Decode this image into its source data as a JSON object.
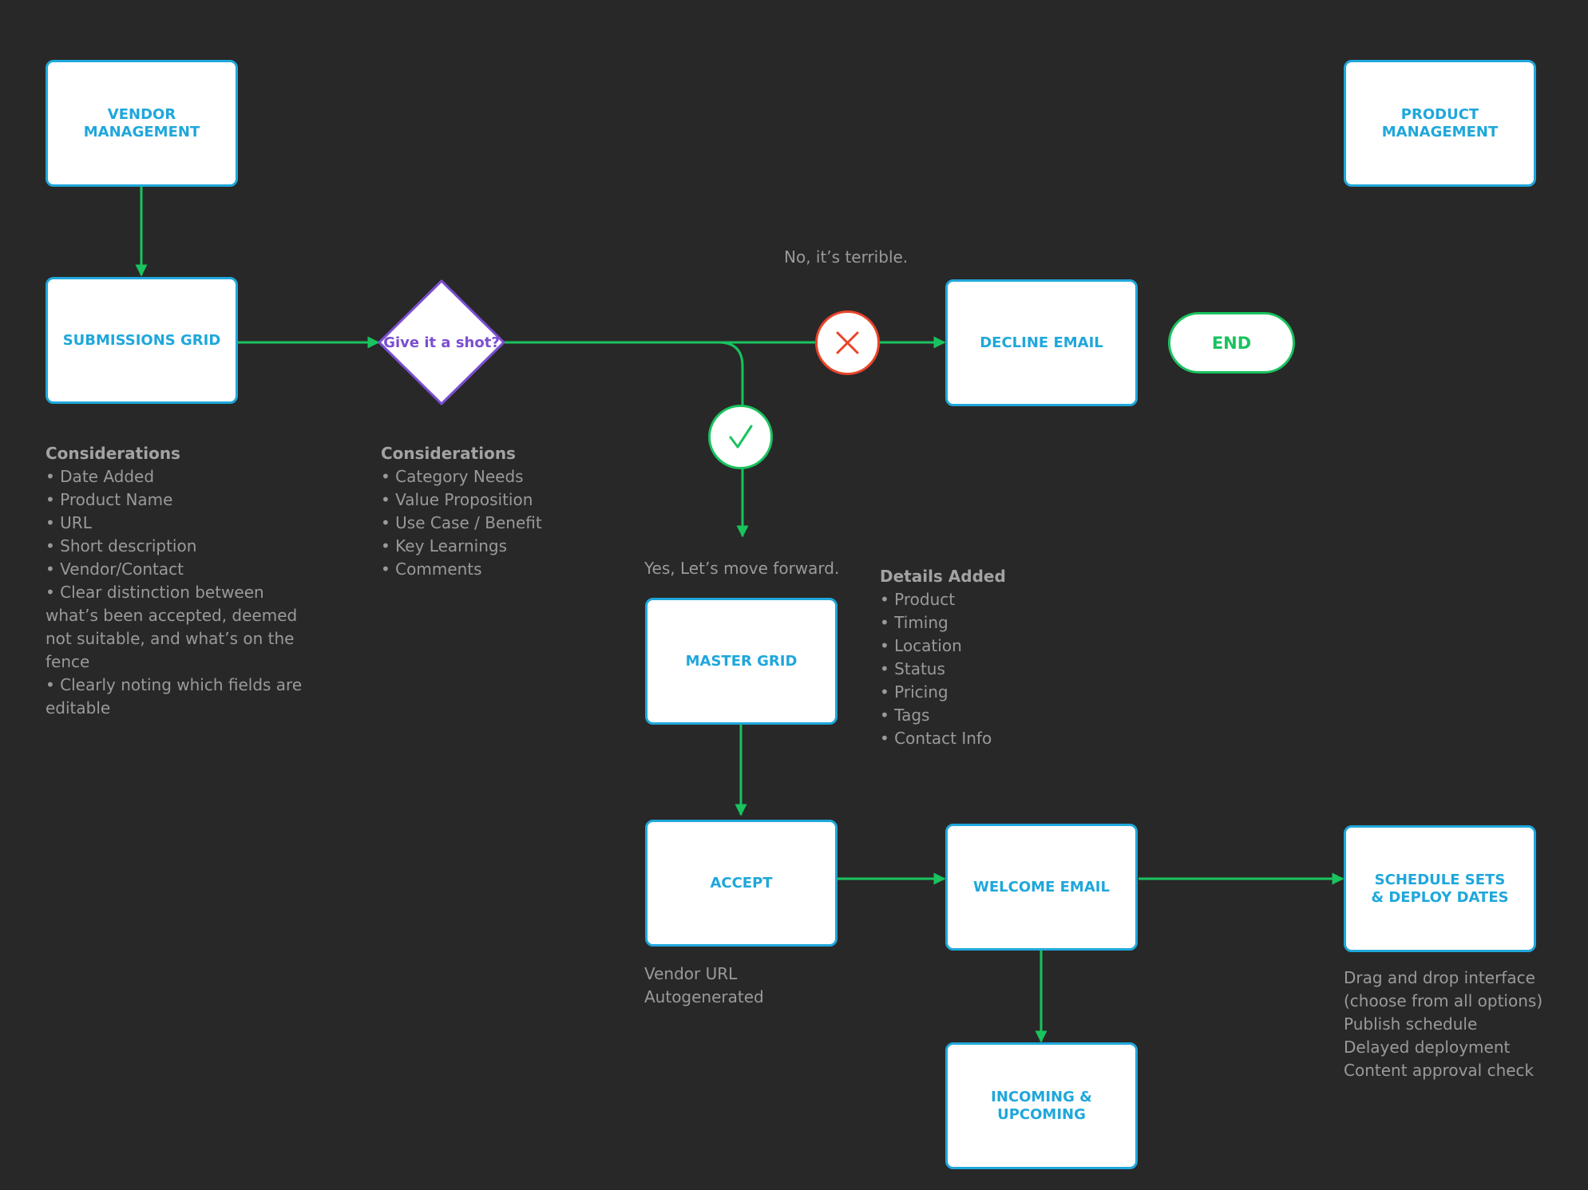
{
  "boxes": {
    "vendor_management": "VENDOR MANAGEMENT",
    "product_management": "PRODUCT MANAGEMENT",
    "submissions_grid": "SUBMISSIONS GRID",
    "decline_email": "DECLINE EMAIL",
    "master_grid": "MASTER GRID",
    "accept": "ACCEPT",
    "welcome_email": "WELCOME EMAIL",
    "schedule_sets": "SCHEDULE SETS & DEPLOY DATES",
    "incoming_upcoming": "INCOMING & UPCOMING"
  },
  "decision": {
    "label": "Give it a shot?"
  },
  "end": {
    "label": "END"
  },
  "labels": {
    "no_path": "No, it’s terrible.",
    "yes_path": "Yes, Let’s move forward."
  },
  "submissions_notes": {
    "title": "Considerations",
    "items": [
      "Date Added",
      "Product Name",
      "URL",
      "Short description",
      "Vendor/Contact",
      "Clear distinction between what’s been accepted, deemed not suitable, and what’s on the fence",
      "Clearly noting which fields are editable"
    ]
  },
  "decision_notes": {
    "title": "Considerations",
    "items": [
      "Category Needs",
      "Value Proposition",
      "Use Case / Benefit",
      "Key Learnings",
      "Comments"
    ]
  },
  "details_notes": {
    "title": "Details Added",
    "items": [
      "Product",
      "Timing",
      "Location",
      "Status",
      "Pricing",
      "Tags",
      "Contact Info"
    ]
  },
  "accept_notes": {
    "lines": [
      "Vendor URL",
      "Autogenerated"
    ]
  },
  "schedule_notes": {
    "lines": [
      "Drag and drop interface",
      "(choose from all options)",
      "Publish schedule",
      "Delayed deployment",
      "Content approval check"
    ]
  },
  "colors": {
    "background": "#282828",
    "box_border": "#1fa7db",
    "connector": "#19c35e",
    "decision": "#7a4fd0",
    "reject": "#e8442a",
    "note_text": "#9a9a9a"
  }
}
